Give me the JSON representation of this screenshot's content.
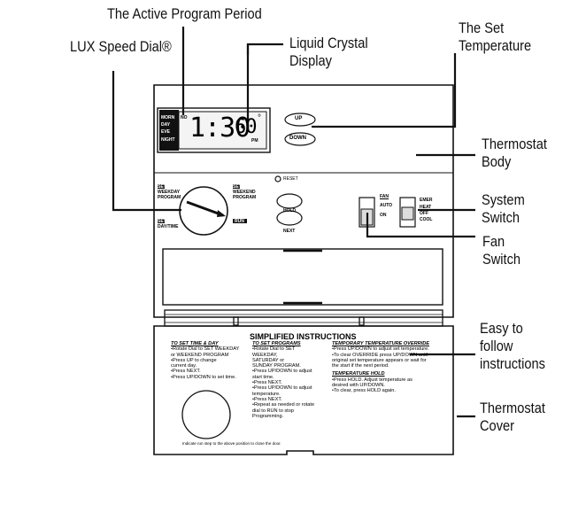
{
  "callouts": {
    "active_program_period": "The Active Program Period",
    "lux_speed_dial": "LUX Speed Dial®",
    "lcd": [
      "Liquid Crystal",
      "Display"
    ],
    "set_temperature": [
      "The Set",
      "Temperature"
    ],
    "thermostat_body": [
      "Thermostat",
      "Body"
    ],
    "system_switch": [
      "System",
      "Switch"
    ],
    "fan_switch": [
      "Fan",
      "Switch"
    ],
    "easy_instructions": [
      "Easy to",
      "follow",
      "instructions"
    ],
    "thermostat_cover": [
      "Thermostat",
      "Cover"
    ]
  },
  "display": {
    "periods": [
      "MORN",
      "DAY",
      "EVE",
      "NIGHT"
    ],
    "no_label": "NO",
    "time": "1:30",
    "temperature": "60",
    "degree": "°",
    "pm": "PM"
  },
  "buttons": {
    "up": "UP",
    "down": "DOWN",
    "reset": "RESET",
    "hold": "HOLD",
    "next": "NEXT"
  },
  "dial_labels": {
    "set_weekday": [
      "SET",
      "WEEKDAY",
      "PROGRAM"
    ],
    "set_weekend": [
      "SET",
      "WEEKEND",
      "PROGRAM"
    ],
    "set_day_time": [
      "SET",
      "DAY/TIME"
    ],
    "run": "RUN"
  },
  "fan_switch": {
    "title": "FAN",
    "options": [
      "AUTO",
      "ON"
    ]
  },
  "system_switch": {
    "options": [
      "EMER",
      "HEAT",
      "OFF",
      "COOL"
    ]
  },
  "instructions": {
    "title": "SIMPLIFIED INSTRUCTIONS",
    "col1_heading": "TO SET TIME & DAY",
    "col1": [
      "•Rotate Dial to SET WEEKDAY",
      "  or WEEKEND PROGRAM",
      "•Press UP to change",
      "  current day.",
      "•Press NEXT.",
      "•Press UP/DOWN to set time."
    ],
    "col2_heading": "TO SET PROGRAMS",
    "col2": [
      "•Rotate Dial to SET",
      "  WEEKDAY,",
      "  SATURDAY or",
      "  SUNDAY PROGRAM.",
      "•Press UP/DOWN to adjust",
      "  start time.",
      "•Press NEXT.",
      "•Press UP/DOWN to adjust",
      "  temperature.",
      "•Press NEXT.",
      "•Repeat as needed or rotate",
      "  dial to RUN to stop",
      "  Programming."
    ],
    "col3_heading": "TEMPORARY TEMPERATURE OVERRIDE",
    "col3": [
      "•Press UP/DOWN to adjust set temperature.",
      "•To clear OVERRIDE press UP/DOWN until",
      "  original set temperature appears or wait for",
      "  the start if the next period."
    ],
    "col4_heading": "TEMPERATURE HOLD",
    "col4": [
      "•Press HOLD. Adjust temperature as",
      "  desired with UP/DOWN.",
      "•To clear, press HOLD again."
    ],
    "footnote": "Indicate run step to the above position to close the door."
  }
}
